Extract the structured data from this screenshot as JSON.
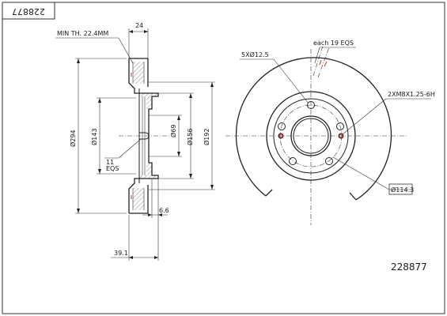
{
  "drawing": {
    "part_number": "228877",
    "part_number_stamp": "228877",
    "side_view": {
      "min_thickness_label": "MIN TH. 22.4MM",
      "disc_thickness": "24",
      "outer_diameter": "Ø294",
      "hub_diameter": "Ø143",
      "vent_count": "11",
      "vent_eqs": "EQS",
      "center_bore": "Ø69",
      "hat_diameter": "Ø156",
      "friction_inner_diameter": "Ø192",
      "hub_thickness": "6.6",
      "overall_height": "39.1"
    },
    "front_view": {
      "bolt_holes": "5XØ12.5",
      "vent_angle": "each 19  EQS",
      "threaded_holes": "2XM8X1.25-6H",
      "pcd": "Ø114.3"
    }
  }
}
